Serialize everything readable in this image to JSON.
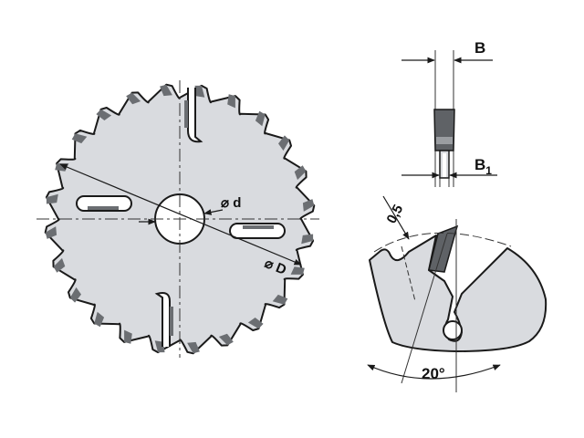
{
  "colors": {
    "blade_fill": "#d9dbdf",
    "stroke": "#1a1a1a",
    "tooth_tip": "#6b6e72",
    "background": "#ffffff"
  },
  "labels": {
    "bore_diameter": "⌀ d",
    "outer_diameter": "⌀ D",
    "body_width": "B",
    "kerf_width_base": "B",
    "kerf_width_sub": "1",
    "clearance": "0,5",
    "hook_angle": "20°"
  }
}
